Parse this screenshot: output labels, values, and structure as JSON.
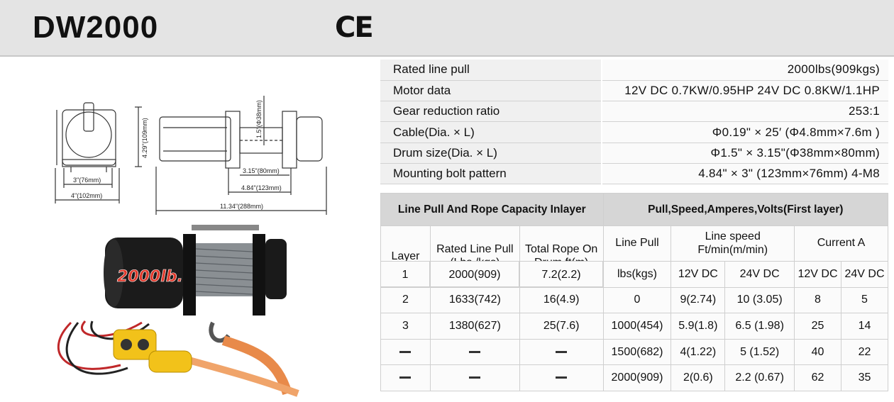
{
  "header": {
    "model": "DW2000",
    "mark": "CE"
  },
  "drawing": {
    "dim_height": "4.29\"(109mm)",
    "dim_width_3": "3\"(76mm)",
    "dim_width_4": "4\"(102mm)",
    "dim_drum_dia": "1.5\"(Φ38mm)",
    "dim_drum_len": "3.15\"(80mm)",
    "dim_bolt": "4.84\"(123mm)",
    "dim_length": "11.34\"(288mm)"
  },
  "photo": {
    "label": "2000lb."
  },
  "specs": [
    {
      "label": "Rated line pull",
      "value": "2000lbs(909kgs)"
    },
    {
      "label": "Motor data",
      "value": "12V DC 0.7KW/0.95HP  24V DC 0.8KW/1.1HP"
    },
    {
      "label": "Gear reduction ratio",
      "value": "253:1"
    },
    {
      "label": "Cable(Dia. × L)",
      "value": "Φ0.19\" × 25′ (Φ4.8mm×7.6m )"
    },
    {
      "label": "Drum size(Dia. × L)",
      "value": "Φ1.5\" × 3.15\"(Φ38mm×80mm)"
    },
    {
      "label": "Mounting  bolt  pattern",
      "value": "4.84\" × 3\" (123mm×76mm) 4-M8"
    }
  ],
  "perf": {
    "left_title": "Line Pull And Rope Capacity Inlayer",
    "right_title": "Pull,Speed,Amperes,Volts(First layer)",
    "col_layer": "Layer",
    "col_rated": "Rated Line Pull (Lbs /kgs)",
    "col_rope": "Total Rope On Drum ft(m)",
    "col_linepull": "Line  Pull",
    "col_speed": "Line  speed Ft/min(m/min)",
    "col_current": "Current  A",
    "sub_linepull": "lbs(kgs)",
    "sub_speed12": "12V DC",
    "sub_speed24": "24V DC",
    "sub_cur12": "12V DC",
    "sub_cur24": "24V DC",
    "rows": [
      {
        "layer": "2",
        "rated": "1633(742)",
        "rope": "16(4.9)",
        "pull": "0",
        "s12": "9(2.74)",
        "s24": "10 (3.05)",
        "c12": "8",
        "c24": "5"
      },
      {
        "layer": "3",
        "rated": "1380(627)",
        "rope": "25(7.6)",
        "pull": "1000(454)",
        "s12": "5.9(1.8)",
        "s24": "6.5 (1.98)",
        "c12": "25",
        "c24": "14"
      },
      {
        "layer": "",
        "rated": "",
        "rope": "",
        "pull": "1500(682)",
        "s12": "4(1.22)",
        "s24": "5 (1.52)",
        "c12": "40",
        "c24": "22"
      },
      {
        "layer": "",
        "rated": "",
        "rope": "",
        "pull": "2000(909)",
        "s12": "2(0.6)",
        "s24": "2.2 (0.67)",
        "c12": "62",
        "c24": "35"
      }
    ],
    "first": {
      "layer": "1",
      "rated": "2000(909)",
      "rope": "7.2(2.2)"
    }
  }
}
